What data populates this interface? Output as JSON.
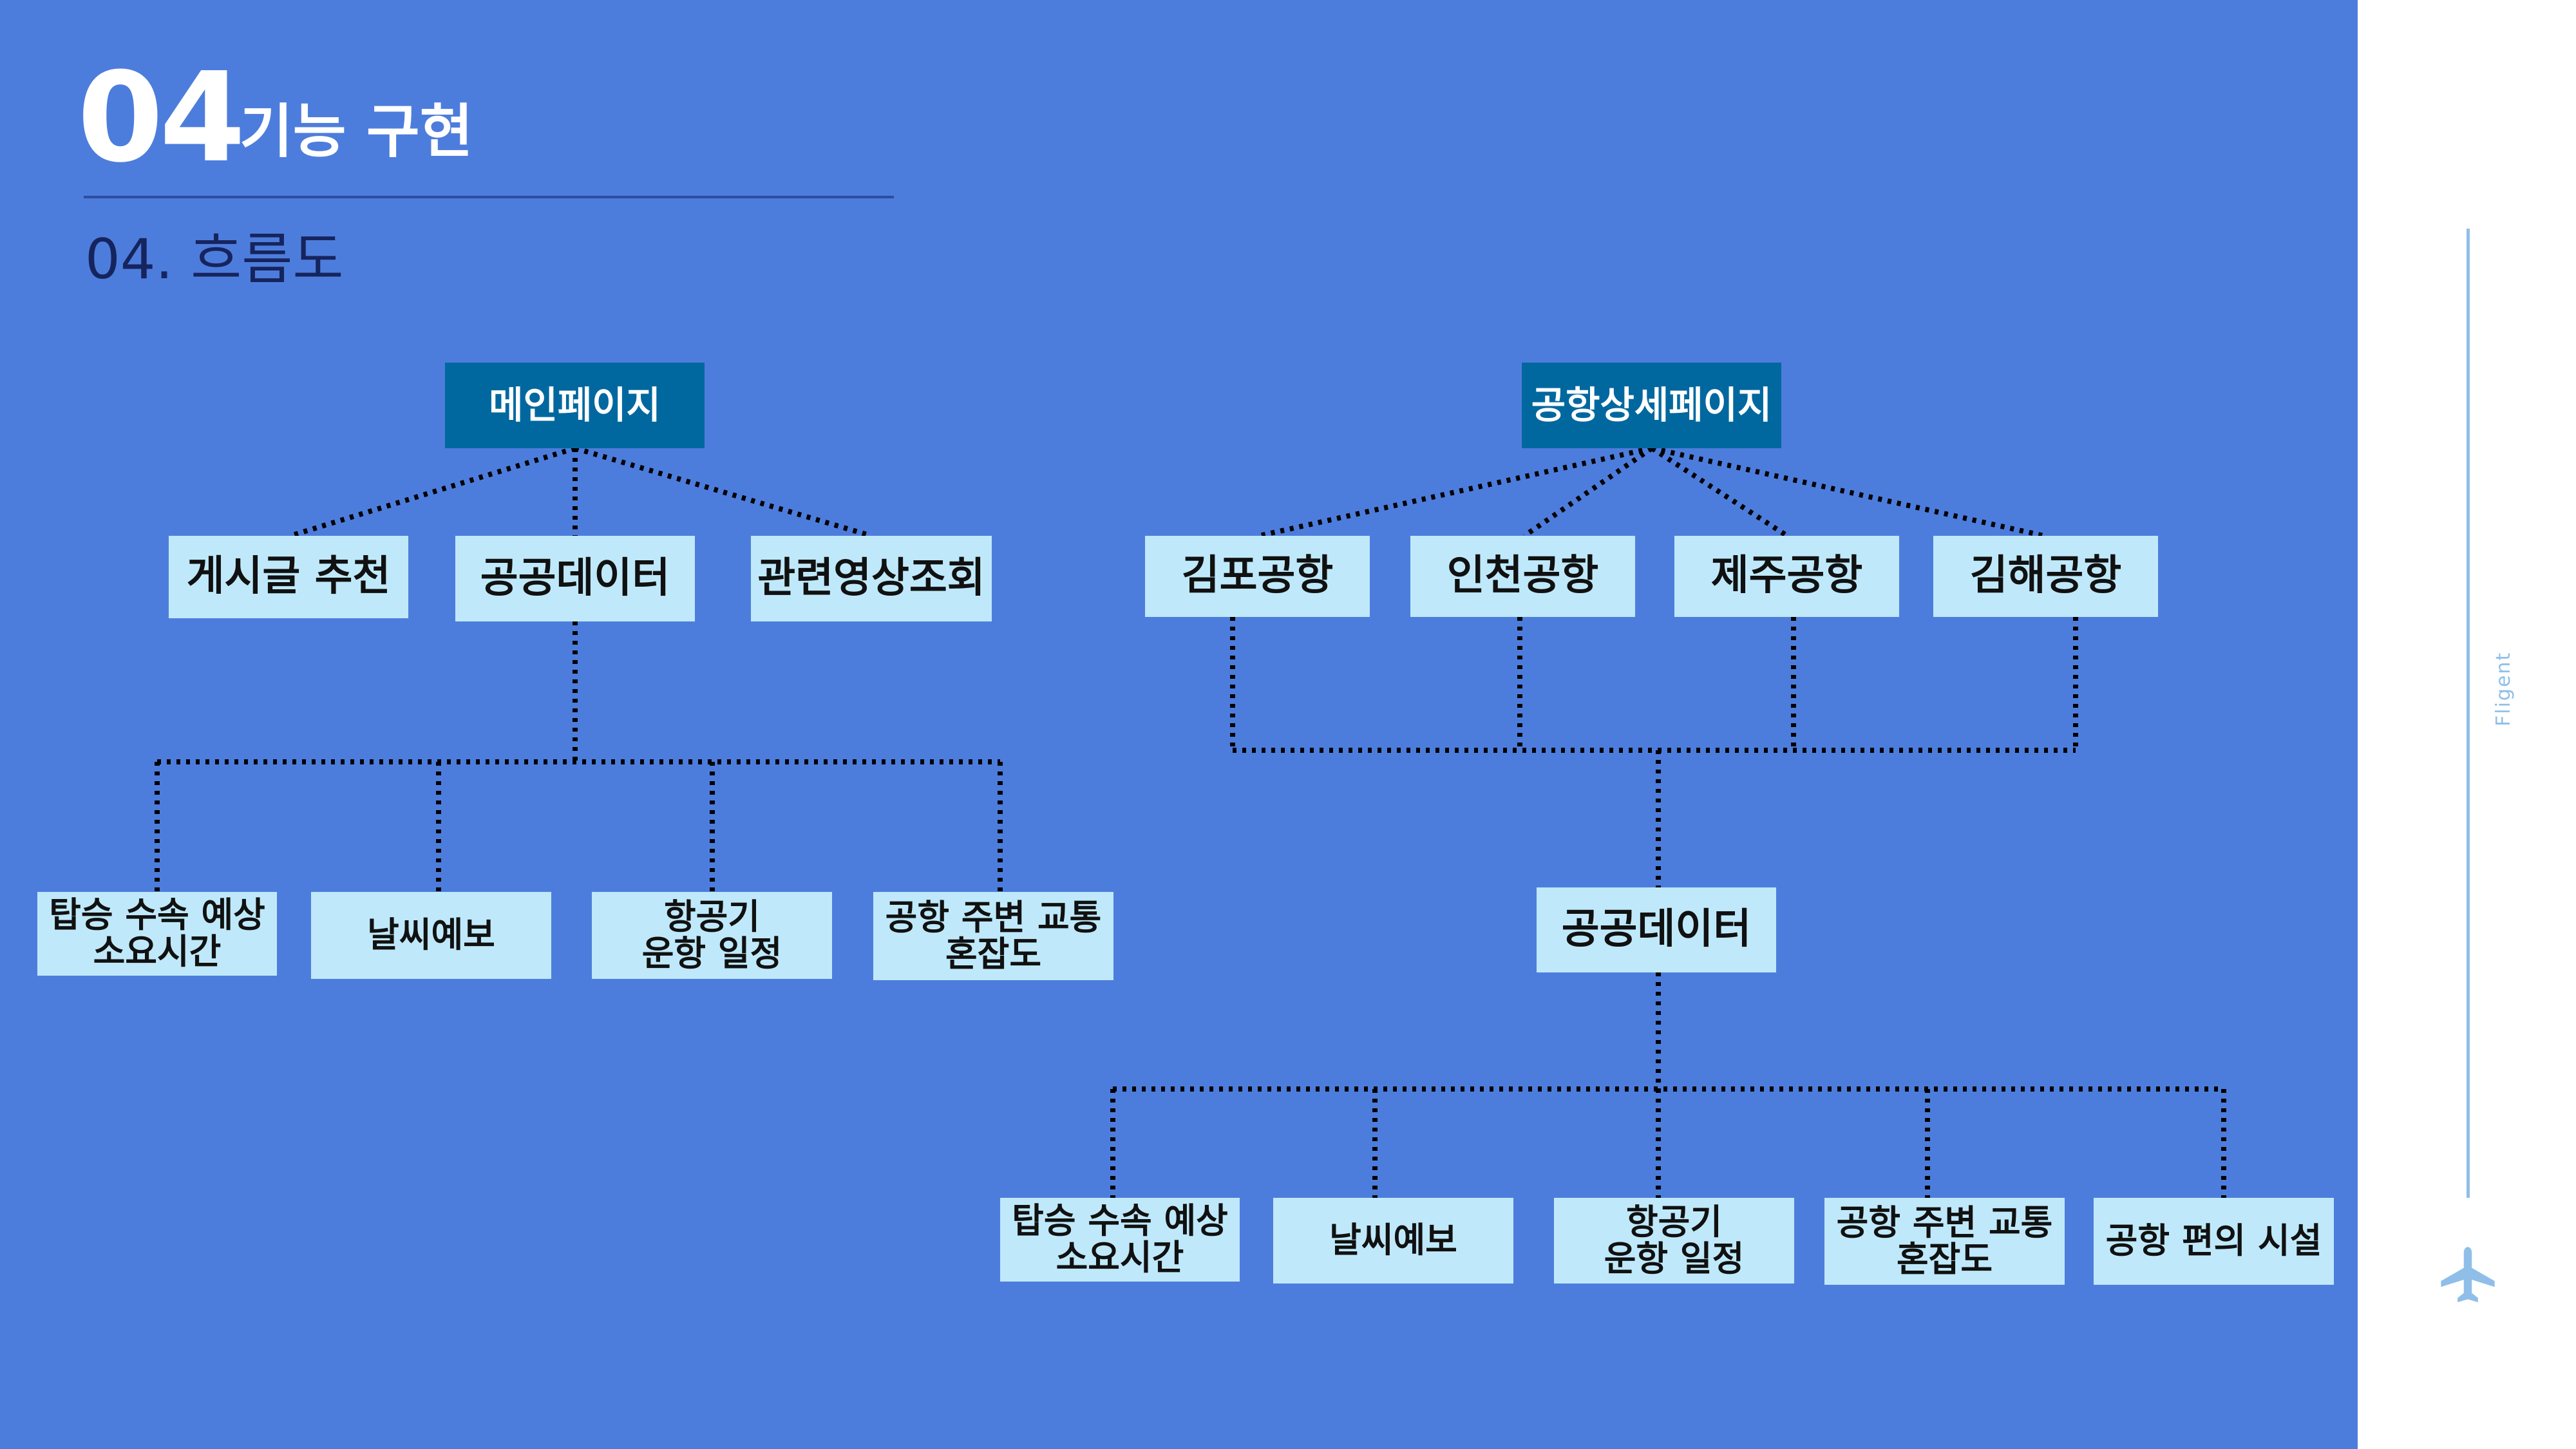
{
  "header": {
    "number": "04",
    "title": "기능 구현",
    "subtitle": "04. 흐름도"
  },
  "side": {
    "brand": "Fligent"
  },
  "colors": {
    "background": "#4d7ddc",
    "root_box": "#01689f",
    "child_box": "#bfe9fb",
    "side_line": "#8fbfe8"
  },
  "diagram": {
    "left": {
      "root": "메인페이지",
      "children": [
        "게시글 추천",
        "공공데이터",
        "관련영상조회"
      ],
      "data_items": [
        "탑승 수속 예상\n소요시간",
        "날씨예보",
        "항공기\n운항 일정",
        "공항 주변 교통\n혼잡도"
      ]
    },
    "right": {
      "root": "공항상세페이지",
      "airports": [
        "김포공항",
        "인천공항",
        "제주공항",
        "김해공항"
      ],
      "hub": "공공데이터",
      "data_items": [
        "탑승 수속 예상\n소요시간",
        "날씨예보",
        "항공기\n운항 일정",
        "공항 주변 교통\n혼잡도",
        "공항 편의 시설"
      ]
    }
  }
}
